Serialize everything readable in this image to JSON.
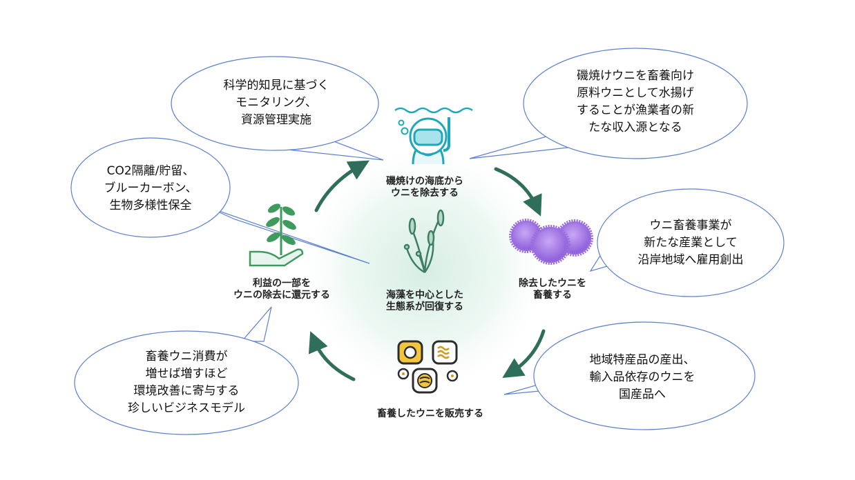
{
  "steps": {
    "remove": [
      "磯焼けの海底から",
      "ウニを除去する"
    ],
    "farm": [
      "除去したウニを",
      "畜養する"
    ],
    "sell": [
      "畜養したウニを販売する"
    ],
    "return": [
      "利益の一部を",
      "ウニの除去に還元する"
    ],
    "center": [
      "海藻を中心とした",
      "生態系が回復する"
    ]
  },
  "bubbles": {
    "monitoring": [
      "科学的知見に基づく",
      "モニタリング、",
      "資源管理実施"
    ],
    "income": [
      "磯焼けウニを畜養向け",
      "原料ウニとして水揚げ",
      "することが漁業者の新",
      "たな収入源となる"
    ],
    "employment": [
      "ウニ畜養事業が",
      "新たな産業として",
      "沿岸地域へ雇用創出"
    ],
    "carbon": [
      "CO2隔離/貯留、",
      "ブルーカーボン、",
      "生物多様性保全"
    ],
    "local": [
      "地域特産品の産出、",
      "輸入品依存のウニを",
      "国産品へ"
    ],
    "model": [
      "畜養ウニ消費が",
      "増せば増すほど",
      "環境改善に寄与する",
      "珍しいビジネスモデル"
    ]
  },
  "icons": [
    "diver-icon",
    "sea-urchin-icon",
    "sushi-icon",
    "sprout-hand-icon",
    "seaweed-icon"
  ],
  "colors": {
    "arrow": "#2e6e5a",
    "icon_teal": "#1ca8b8",
    "urchin": "#9b6fe0",
    "plant": "#3f9a5e",
    "bubble_stroke": "#5b7fd0",
    "glow": "#dff1ea"
  }
}
